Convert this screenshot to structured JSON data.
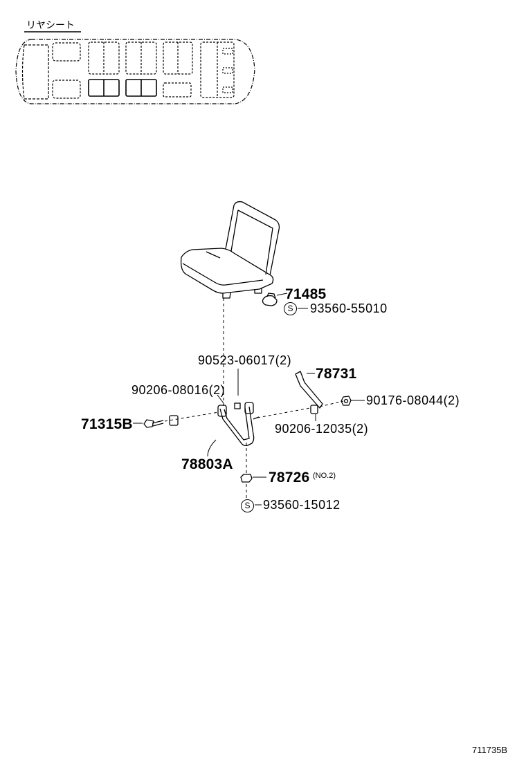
{
  "section_label": "リヤシート",
  "drawing_number": "711735B",
  "labels": {
    "p71485": "71485",
    "p93560_55010": "93560-55010",
    "p90523_06017": "90523-06017(2)",
    "p78731": "78731",
    "p90206_08016": "90206-08016(2)",
    "p90176_08044": "90176-08044(2)",
    "p71315B": "71315B",
    "p90206_12035": "90206-12035(2)",
    "p78803A": "78803A",
    "p78726": "78726",
    "p78726_note": "(NO.2)",
    "p93560_15012": "93560-15012"
  },
  "standard_part_mark": "S"
}
